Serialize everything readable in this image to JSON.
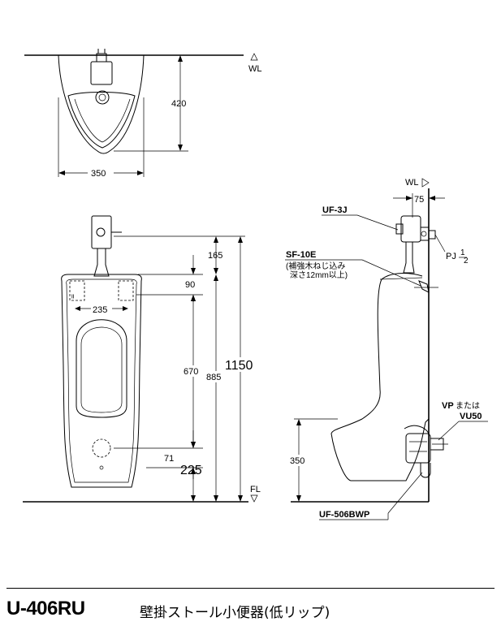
{
  "labels": {
    "wall_line": "WL",
    "floor_line": "FL"
  },
  "top_view": {
    "depth": "420",
    "width": "350"
  },
  "front_view": {
    "dim_165": "165",
    "dim_90": "90",
    "dim_235": "235",
    "dim_670": "670",
    "dim_885": "885",
    "dim_1150": "1150",
    "dim_71": "71",
    "dim_225": "225"
  },
  "side_view": {
    "dim_75": "75",
    "dim_350": "350",
    "pipe_thread": "PJ",
    "pipe_thread_fraction_num": "1",
    "pipe_thread_fraction_den": "2"
  },
  "callouts": {
    "flush_valve": "UF-3J",
    "hanger": "SF-10E",
    "hanger_note_line1": "(補強木ねじ込み",
    "hanger_note_line2": "深さ12mm以上)",
    "drain_pipe_prefix": "VP",
    "drain_pipe_or": "または",
    "drain_pipe_alt": "VU50",
    "trap": "UF-506BWP"
  },
  "footer": {
    "model": "U-406RU",
    "product_name": "壁掛ストール小便器(低リップ)"
  }
}
